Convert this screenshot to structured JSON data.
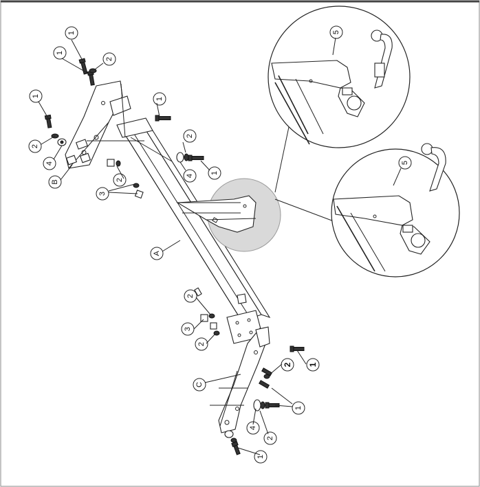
{
  "diagram": {
    "callouts": {
      "bolt": "1",
      "washer": "2",
      "nut": "3",
      "plate": "4",
      "ball": "5",
      "crossbar": "A",
      "bracket_left": "B",
      "bracket_right": "C"
    }
  }
}
